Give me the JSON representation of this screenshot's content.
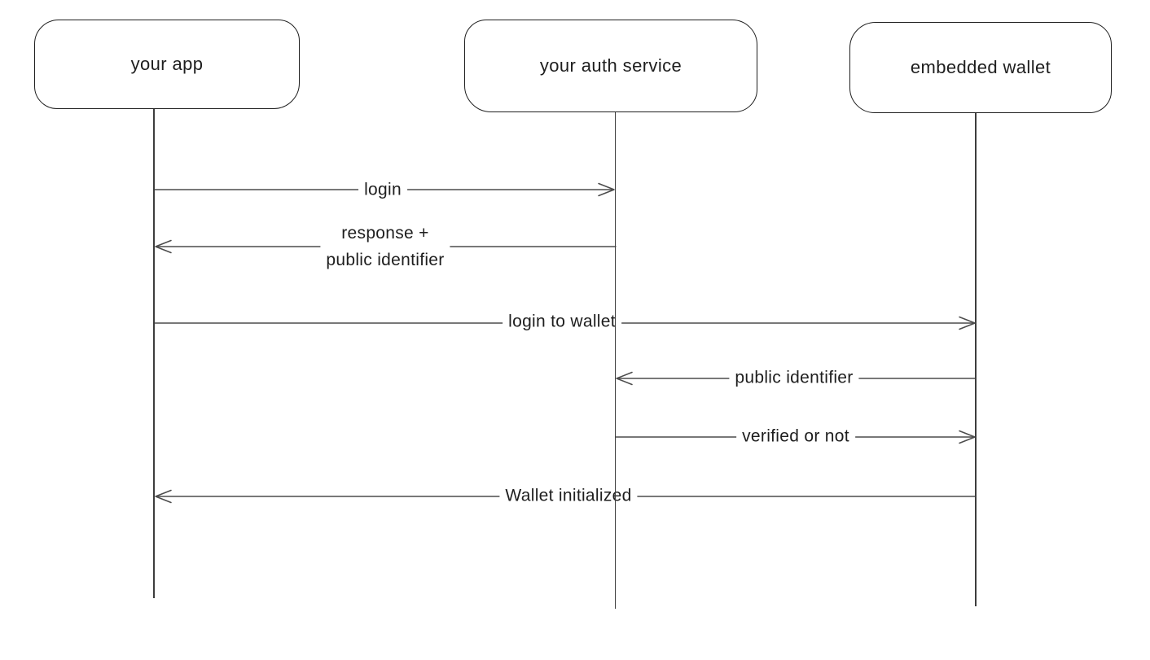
{
  "diagram": {
    "type": "sequence-diagram",
    "style": "hand-drawn",
    "colors": {
      "background": "#ffffff",
      "stroke": "#4c4c4c",
      "lifeline": "#3d3d3d",
      "text": "#1e1e1e"
    },
    "actors": [
      {
        "id": "app",
        "label": "your app"
      },
      {
        "id": "auth",
        "label": "your auth service"
      },
      {
        "id": "wallet",
        "label": "embedded wallet"
      }
    ],
    "messages": [
      {
        "from": "app",
        "to": "auth",
        "direction": "right",
        "label": "login"
      },
      {
        "from": "auth",
        "to": "app",
        "direction": "left",
        "label": "response +\npublic identifier"
      },
      {
        "from": "app",
        "to": "wallet",
        "direction": "right",
        "label": "login to wallet"
      },
      {
        "from": "wallet",
        "to": "auth",
        "direction": "left",
        "label": "public identifier"
      },
      {
        "from": "auth",
        "to": "wallet",
        "direction": "right",
        "label": "verified or not"
      },
      {
        "from": "wallet",
        "to": "app",
        "direction": "left",
        "label": "Wallet initialized"
      }
    ]
  }
}
